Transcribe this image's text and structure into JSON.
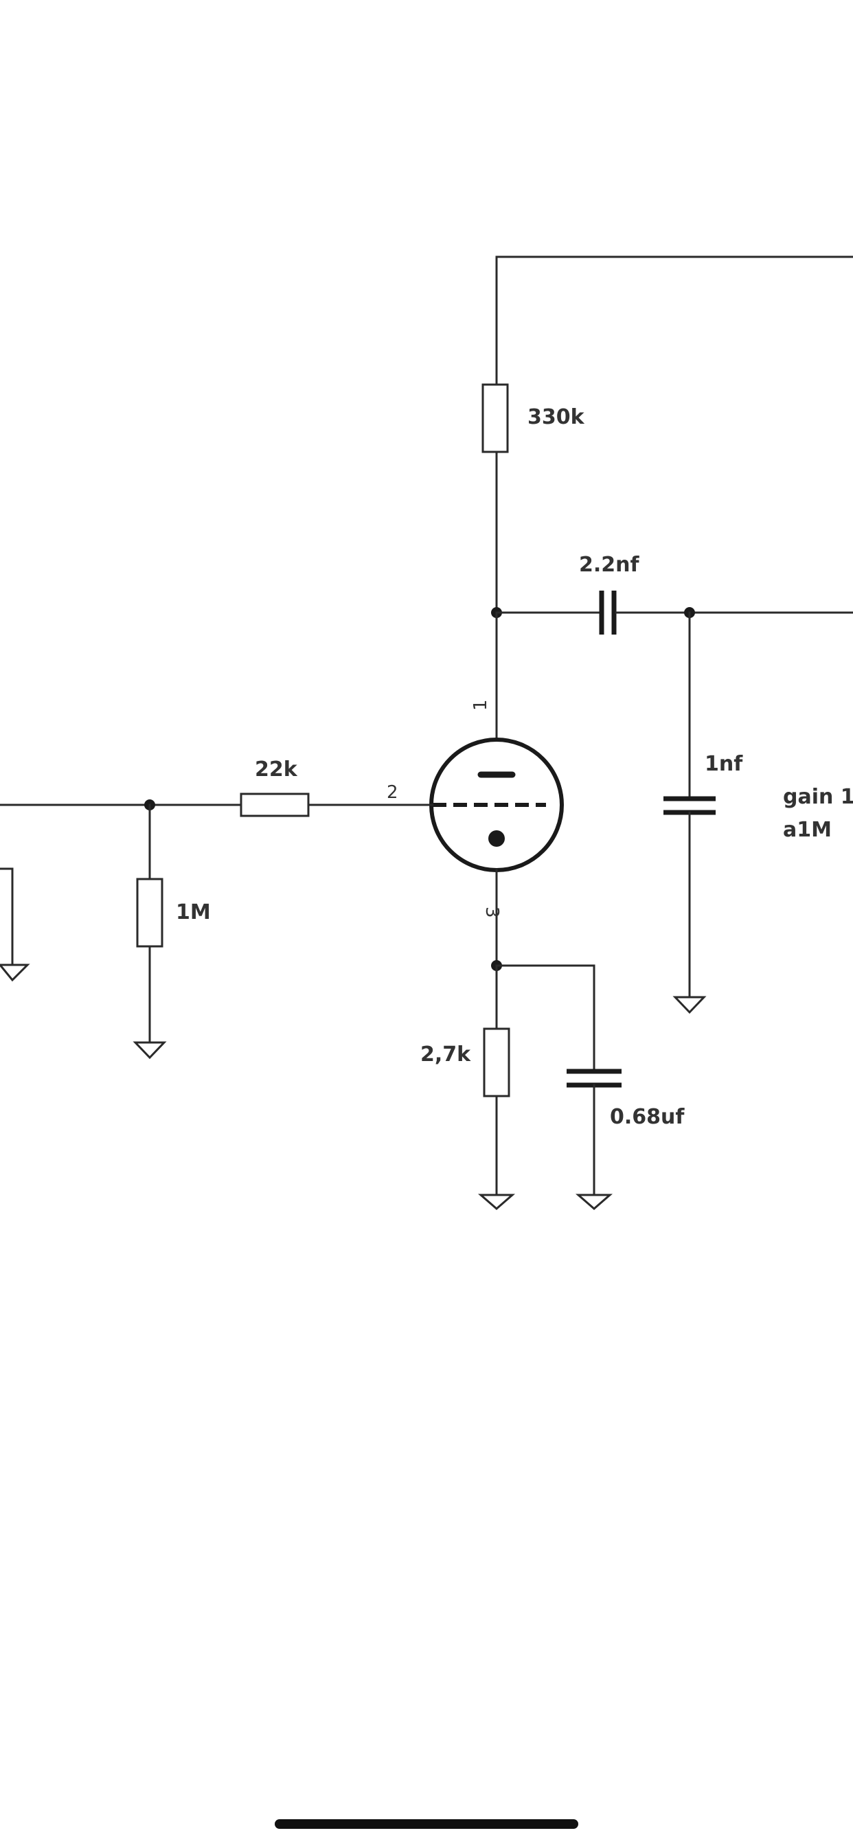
{
  "schematic": {
    "labels": {
      "plate_resistor": "330k",
      "coupling_cap": "2.2nf",
      "shunt_cap": "1nf",
      "gain_line1": "gain 1",
      "gain_line2": "a1M",
      "grid_resistor": "22k",
      "grid_leak": "1M",
      "cathode_resistor": "2,7k",
      "cathode_cap": "0.68uf"
    },
    "tube_pins": {
      "plate": "1",
      "grid": "2",
      "cathode": "3"
    }
  },
  "colors": {
    "background": "#ffffff",
    "ink": "#2a2a2a"
  }
}
